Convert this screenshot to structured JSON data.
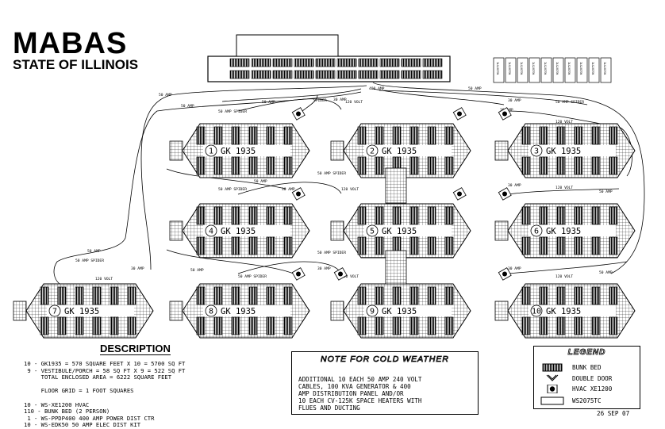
{
  "header": {
    "title": "MABAS",
    "subtitle": "STATE OF ILLINOIS"
  },
  "shelter_label": "GK 1935",
  "shelters": [
    {
      "number": "1",
      "label": "GK 1935"
    },
    {
      "number": "2",
      "label": "GK 1935"
    },
    {
      "number": "3",
      "label": "GK 1935"
    },
    {
      "number": "4",
      "label": "GK 1935"
    },
    {
      "number": "5",
      "label": "GK 1935"
    },
    {
      "number": "6",
      "label": "GK 1935"
    },
    {
      "number": "7",
      "label": "GK 1935"
    },
    {
      "number": "8",
      "label": "GK 1935"
    },
    {
      "number": "9",
      "label": "GK 1935"
    },
    {
      "number": "10",
      "label": "GK 1935"
    }
  ],
  "cable_labels": {
    "amp_50": "50 AMP",
    "amp_30": "30 AMP",
    "amp_400": "400 AMP",
    "volt_120": "120 VOLT",
    "spider_50": "50 AMP SPIDER",
    "spider": "SPIDER"
  },
  "storage_labels": [
    "WS2075TC",
    "WS2075TC",
    "WS2075TC",
    "WS2075TC",
    "WS2075TC",
    "WS2075TC",
    "WS2075TC",
    "WS2075TC",
    "WS2075TC",
    "WS2075TC"
  ],
  "description": {
    "title": "DESCRIPTION",
    "lines": [
      "10 - GK1935 = 570 SQUARE FEET X 10 = 5700 SQ FT",
      " 9 - VESTIBULE/PORCH = 58 SQ FT X 9 = 522 SQ FT",
      "     TOTAL ENCLOSED AREA = 6222 SQUARE FEET",
      "",
      "     FLOOR GRID = 1 FOOT SQUARES",
      "",
      "10 - WS-XE1200 HVAC",
      "110 - BUNK BED (2 PERSON)",
      " 1 - WS-PPDP400 400 AMP POWER DIST CTR",
      "10 - WS-EDK50 50 AMP ELEC DIST KIT"
    ]
  },
  "note": {
    "title": "NOTE FOR COLD WEATHER",
    "lines": [
      "ADDITIONAL 10 EACH 50 AMP 240 VOLT",
      "CABLES, 100 KVA GENERATOR & 400",
      "AMP DISTRIBUTION PANEL AND/OR",
      "10 EACH CV-125K SPACE HEATERS WITH",
      "FLUES AND DUCTING"
    ]
  },
  "legend": {
    "title": "LEGEND",
    "items": [
      {
        "label": "BUNK BED"
      },
      {
        "label": "DOUBLE DOOR"
      },
      {
        "label": "HVAC XE1200"
      },
      {
        "label": "WS2075TC"
      }
    ]
  },
  "date": "26 SEP 07"
}
